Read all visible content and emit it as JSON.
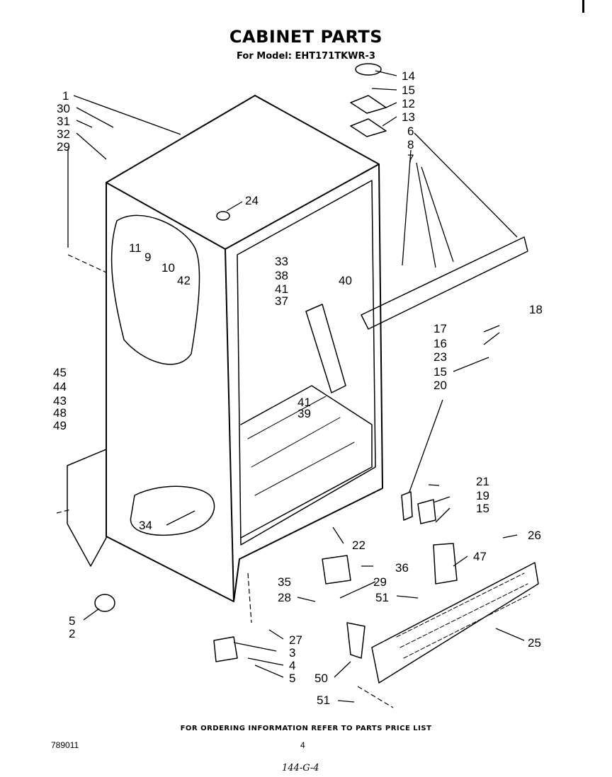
{
  "header": {
    "title": "CABINET PARTS",
    "subtitle": "For Model: EHT171TKWR-3"
  },
  "footer": {
    "ordering_note": "FOR ORDERING INFORMATION REFER TO PARTS PRICE LIST",
    "catalog_number": "789011",
    "page_number": "4",
    "handwritten_note": "144-G-4"
  },
  "callouts": {
    "c1": "1",
    "c30": "30",
    "c31": "31",
    "c32": "32",
    "c29a": "29",
    "c14": "14",
    "c15a": "15",
    "c12": "12",
    "c13": "13",
    "c6": "6",
    "c8": "8",
    "c7": "7",
    "c24": "24",
    "c11": "11",
    "c9": "9",
    "c10": "10",
    "c42": "42",
    "c33": "33",
    "c38": "38",
    "c40": "40",
    "c41a": "41",
    "c37": "37",
    "c17": "17",
    "c18": "18",
    "c16": "16",
    "c23": "23",
    "c15b": "15",
    "c20": "20",
    "c45": "45",
    "c44": "44",
    "c43": "43",
    "c48": "48",
    "c49": "49",
    "c41b": "41",
    "c39": "39",
    "c21": "21",
    "c19": "19",
    "c15c": "15",
    "c22": "22",
    "c26": "26",
    "c47": "47",
    "c34": "34",
    "c35": "35",
    "c36": "36",
    "c29b": "29",
    "c28": "28",
    "c51a": "51",
    "c25": "25",
    "c5a": "5",
    "c2": "2",
    "c27": "27",
    "c3": "3",
    "c4": "4",
    "c5b": "5",
    "c50": "50",
    "c51b": "51"
  }
}
